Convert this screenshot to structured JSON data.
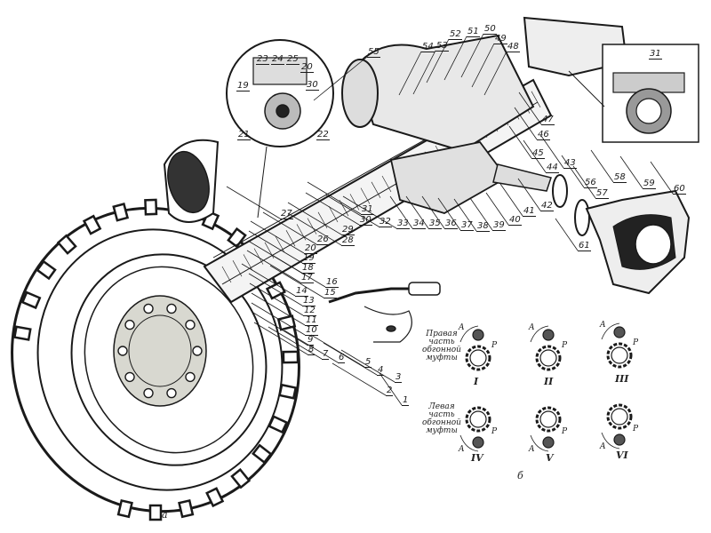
{
  "figure": {
    "subfigure_a_label": "а",
    "subfigure_b_label": "б",
    "colors": {
      "ink": "#1a1a1a",
      "paper": "#ffffff"
    }
  },
  "callouts": {
    "main": [
      "1",
      "2",
      "3",
      "4",
      "5",
      "6",
      "7",
      "8",
      "9",
      "10",
      "11",
      "12",
      "13",
      "14",
      "15",
      "16",
      "17",
      "18",
      "19",
      "20",
      "26",
      "27",
      "28",
      "29",
      "30",
      "31",
      "32",
      "33",
      "34",
      "35",
      "36",
      "37",
      "38",
      "39",
      "40",
      "41",
      "42",
      "43",
      "44",
      "45",
      "46",
      "47",
      "48",
      "49",
      "50",
      "51",
      "52",
      "53",
      "54",
      "55",
      "56",
      "57",
      "58",
      "59",
      "60",
      "61"
    ],
    "inset_circle": [
      "19",
      "20",
      "21",
      "22",
      "23",
      "24",
      "25",
      "30"
    ],
    "inset_box": [
      "31"
    ]
  },
  "clutch_diagram": {
    "right_part_caption": [
      "Правая",
      "часть",
      "обгонной",
      "муфты"
    ],
    "left_part_caption": [
      "Левая",
      "часть",
      "обгонной",
      "муфты"
    ],
    "positions": [
      "I",
      "II",
      "III",
      "IV",
      "V",
      "VI"
    ],
    "dimension_label": "A",
    "force_label": "P"
  }
}
